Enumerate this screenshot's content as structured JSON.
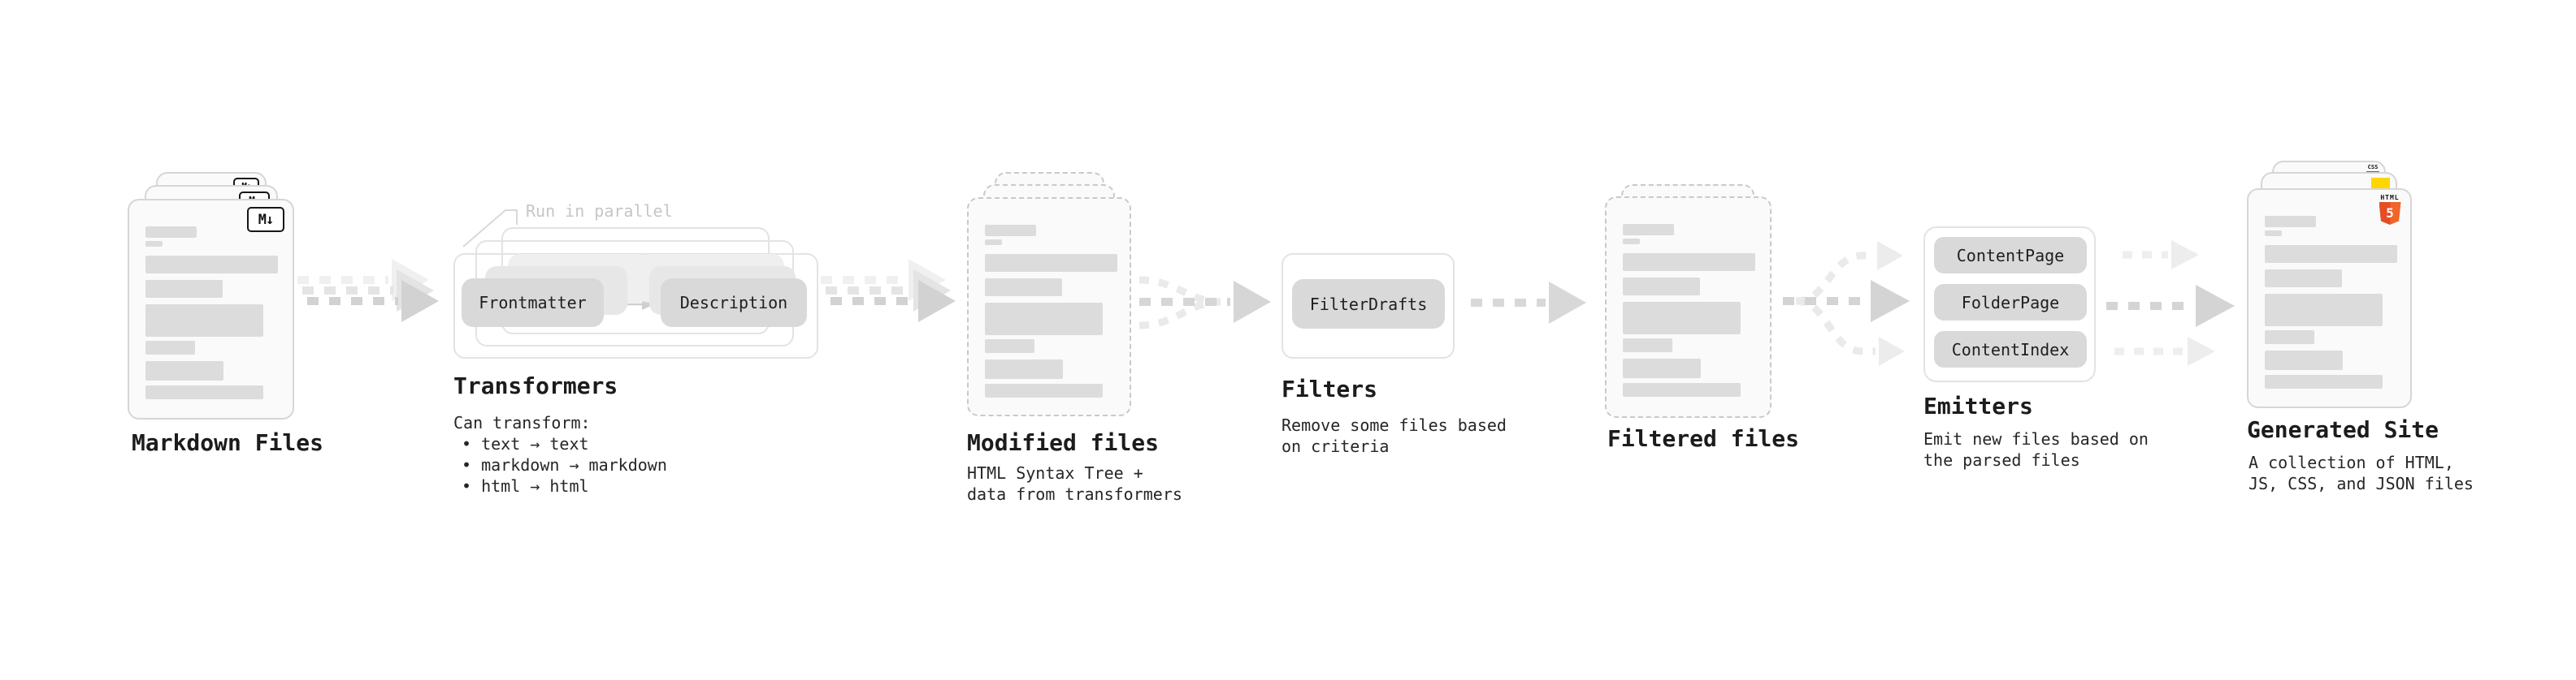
{
  "colors": {
    "html5_orange": "#e44d26",
    "html5_orange_light": "#f16529",
    "js_yellow": "#ffd600",
    "css_blue": "#2962ff",
    "card_border": "#d6d6d6",
    "dashed_border": "#c9c9c9",
    "pill_gray": "#d9d9d9",
    "arrow_gray": "#d2d2d2"
  },
  "sections": {
    "markdown_files": {
      "title": "Markdown Files",
      "icon": "M↓"
    },
    "transformers": {
      "title": "Transformers",
      "annotation": "Run in parallel",
      "node_frontmatter": "Frontmatter",
      "node_description": "Description",
      "subtitle_lines": [
        "Can transform:",
        "• text → text",
        "• markdown → markdown",
        "• html → html"
      ]
    },
    "modified_files": {
      "title": "Modified files",
      "subtitle_lines": [
        "HTML Syntax Tree +",
        "data from transformers"
      ]
    },
    "filters": {
      "title": "Filters",
      "node_filterdrafts": "FilterDrafts",
      "subtitle_lines": [
        "Remove some files based",
        "on criteria"
      ]
    },
    "filtered_files": {
      "title": "Filtered files"
    },
    "emitters": {
      "title": "Emitters",
      "nodes": [
        "ContentPage",
        "FolderPage",
        "ContentIndex"
      ],
      "subtitle_lines": [
        "Emit new files based on",
        "the parsed files"
      ]
    },
    "generated_site": {
      "title": "Generated Site",
      "subtitle_lines": [
        "A collection of HTML,",
        "JS, CSS, and JSON files"
      ],
      "html5_icon": {
        "label": "HTML",
        "number": "5"
      },
      "css_icon": "CSS"
    }
  }
}
